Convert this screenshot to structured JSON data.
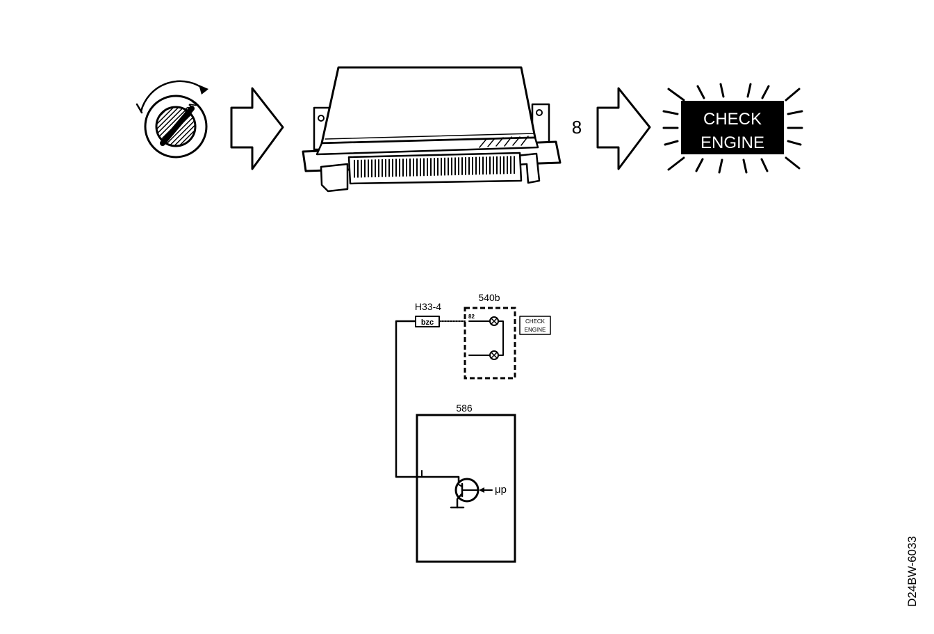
{
  "ignition": {
    "label": "ON"
  },
  "ecu": {
    "pin_label": "8"
  },
  "lamp": {
    "line1": "CHECK",
    "line2": "ENGINE"
  },
  "circuit": {
    "connector": {
      "label": "H33-4",
      "code": "bzc"
    },
    "cluster": {
      "label": "540b",
      "pin": "82",
      "tag_line1": "CHECK",
      "tag_line2": "ENGINE"
    },
    "module": {
      "label": "586",
      "input_label": "μp"
    }
  },
  "figure_id": "D24BW-6033",
  "colors": {
    "ink": "#000000",
    "paper": "#ffffff"
  }
}
